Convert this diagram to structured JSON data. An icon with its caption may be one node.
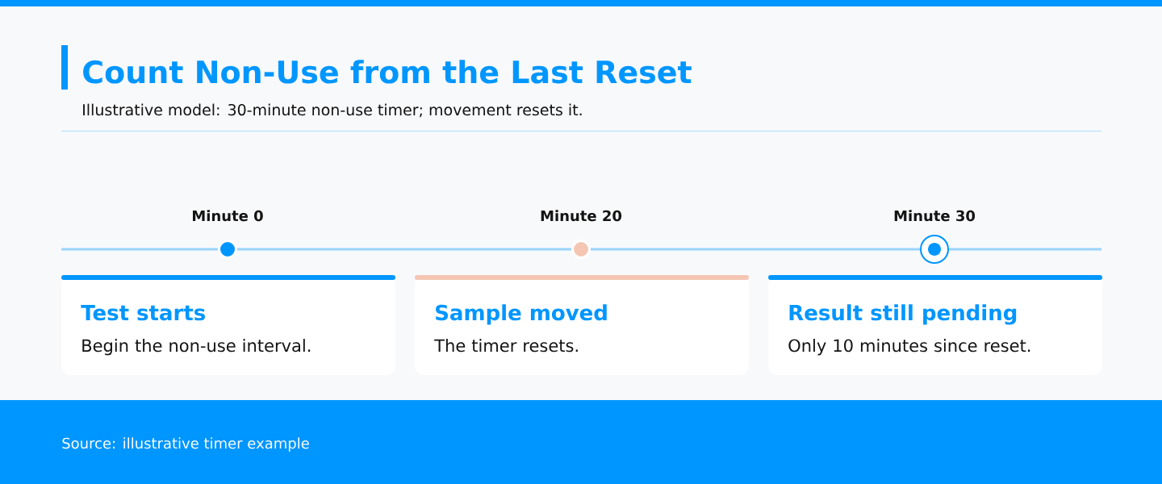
{
  "diagram": {
    "title": "Count Non-Use from the Last Reset",
    "nodes": [
      {
        "text": [],
        "shape": "circle",
        "beside": [
          "Minute 0"
        ]
      },
      {
        "text": [],
        "shape": "circle",
        "beside": [
          "Minute 20"
        ]
      },
      {
        "text": [],
        "shape": "circle",
        "beside": [
          "Minute 30"
        ]
      },
      {
        "text": [
          "Test starts",
          "Begin the non-use interval."
        ]
      },
      {
        "text": [
          "Sample moved",
          "The timer resets."
        ]
      },
      {
        "text": [
          "Result still pending",
          "Only 10 minutes since reset."
        ]
      }
    ],
    "edges": [
      {
        "from": 0,
        "to": 1,
        "arrow": "none"
      },
      {
        "from": 1,
        "to": 2,
        "arrow": "none"
      }
    ],
    "labels": [
      "Illustrative model: 30-minute non-use timer; movement resets it.",
      "Source: illustrative timer example"
    ]
  }
}
